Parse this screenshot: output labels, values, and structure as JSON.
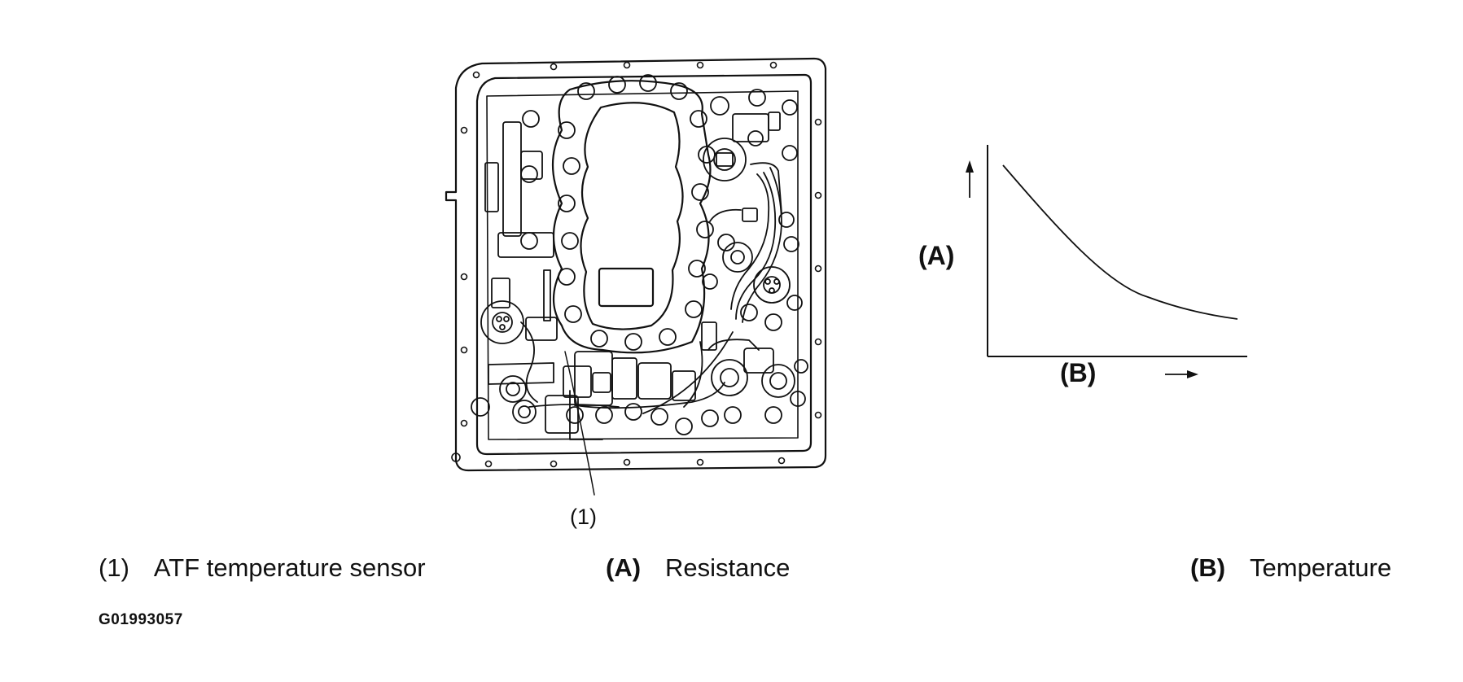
{
  "callout": {
    "number": "(1)"
  },
  "legend": {
    "item1": {
      "key": "(1)",
      "label": "ATF temperature sensor"
    },
    "itemA": {
      "key": "(A)",
      "label": "Resistance"
    },
    "itemB": {
      "key": "(B)",
      "label": "Temperature"
    }
  },
  "graph": {
    "y_axis_label": "(A)",
    "x_axis_label": "(B)"
  },
  "figure_code": "G01993057"
}
